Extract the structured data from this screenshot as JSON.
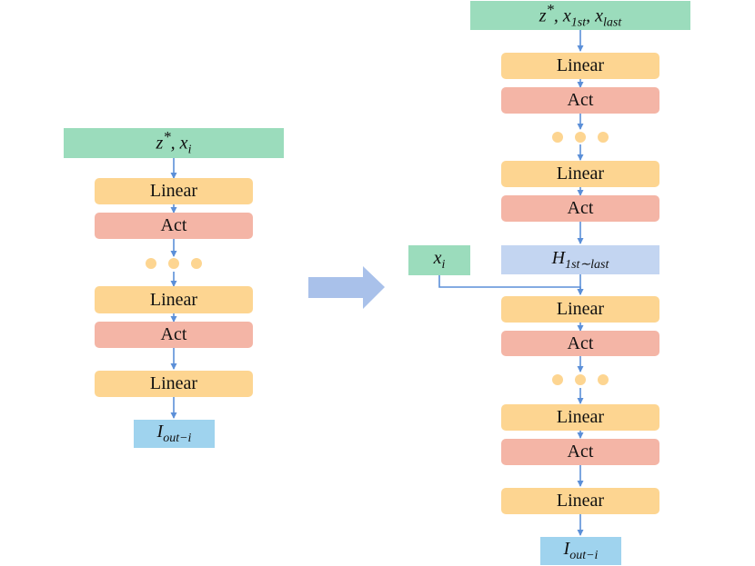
{
  "left": {
    "input_base": "z",
    "input_sup": "*",
    "input_rest": ", x",
    "input_sub": "i",
    "linear": "Linear",
    "act": "Act",
    "output_base": "I",
    "output_sub": "out−i"
  },
  "right": {
    "input_base": "z",
    "input_sup": "*",
    "input_mid": ", x",
    "input_sub1": "1st",
    "input_mid2": ", x",
    "input_sub2": "last",
    "linear": "Linear",
    "act": "Act",
    "side_base": "x",
    "side_sub": "i",
    "h_base": "H",
    "h_sub": "1st∼last",
    "output_base": "I",
    "output_sub": "out−i"
  },
  "colors": {
    "linear": "#fdd591",
    "act": "#f4b5a6",
    "input": "#9bdcbc",
    "output": "#9fd3ee",
    "hidden": "#c3d5f1",
    "arrow": "#5b8fd8",
    "dots": "#fdd591",
    "transition_arrow": "#a9c1ea"
  }
}
